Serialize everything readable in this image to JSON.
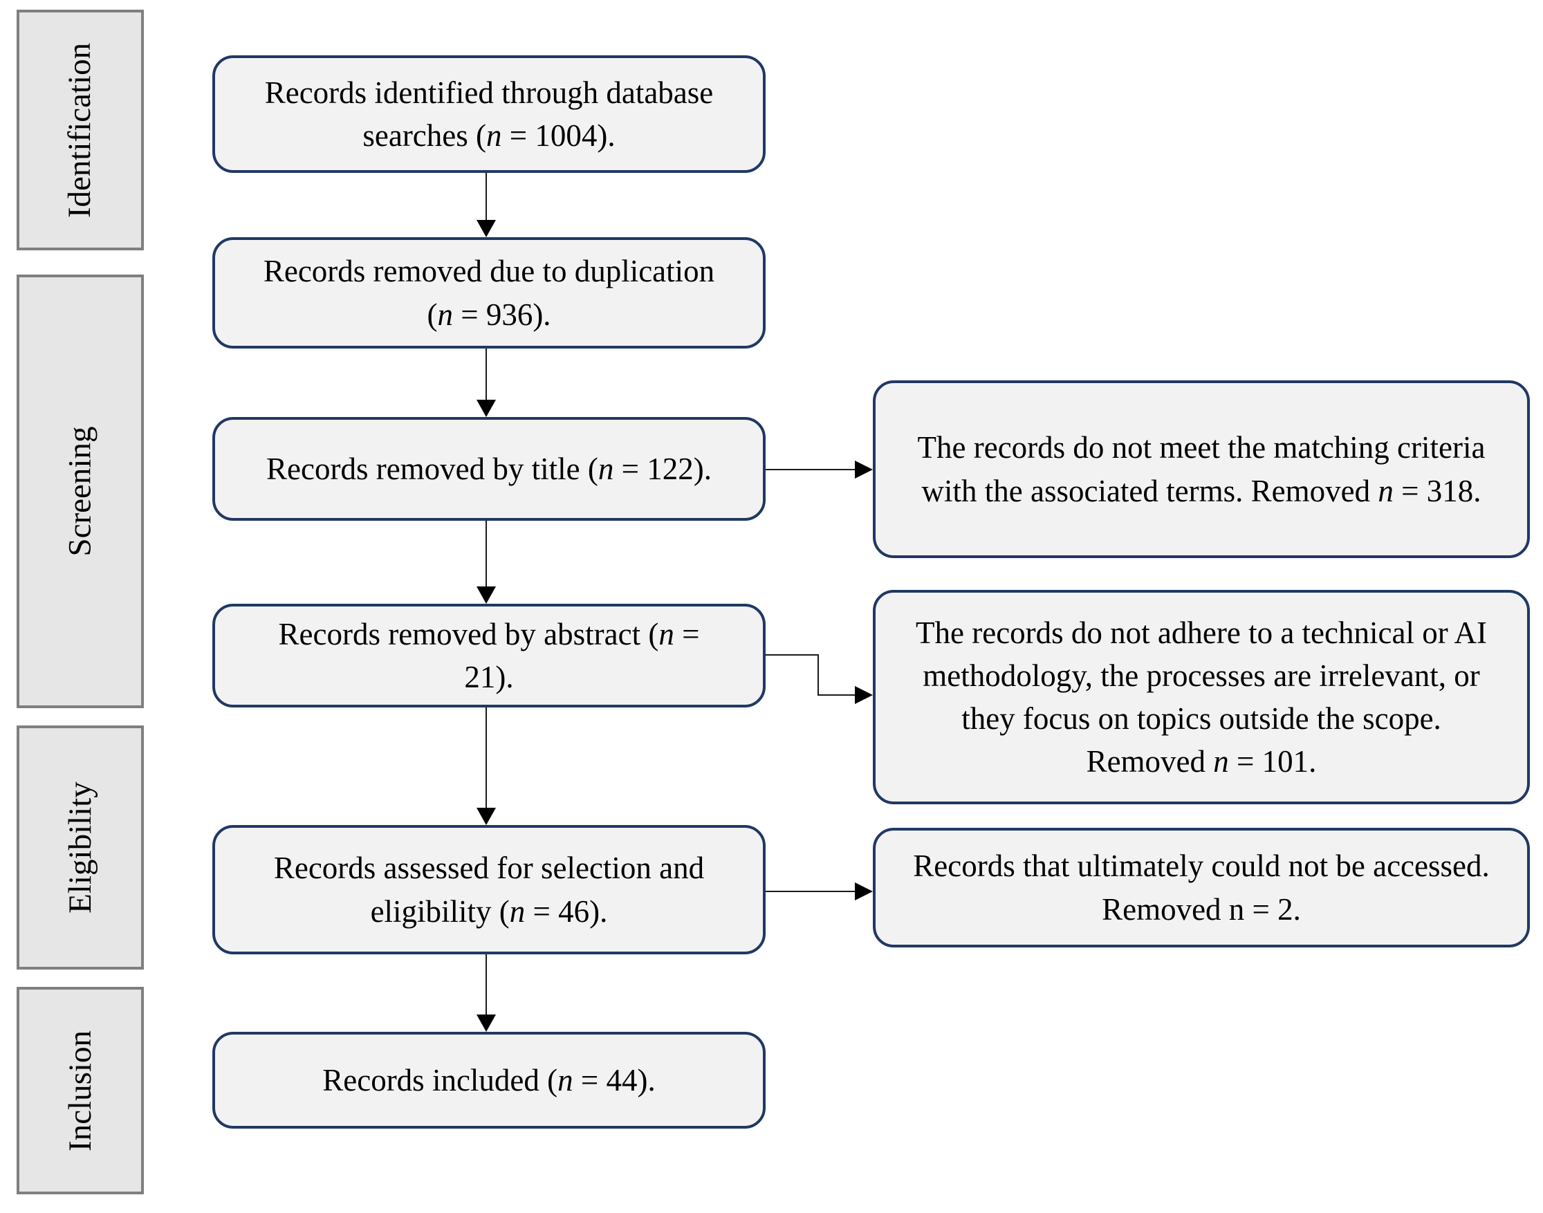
{
  "diagram": {
    "title": "PRISMA-style record selection flow diagram",
    "colors": {
      "box_fill": "#f2f2f2",
      "box_border": "#203864",
      "stage_fill": "#e6e6e6",
      "stage_border": "#7f7f7f",
      "arrow": "#1a1a1a",
      "text": "#000000"
    },
    "stages": [
      {
        "label": "Identification"
      },
      {
        "label": "Screening"
      },
      {
        "label": "Eligibility"
      },
      {
        "label": "Inclusion"
      }
    ],
    "flow_boxes": [
      {
        "id": "records-identified",
        "n": 1004,
        "segments": [
          {
            "text": "Records identified through database searches ("
          },
          {
            "text": "n",
            "italic": true
          },
          {
            "text": " = 1004)."
          }
        ]
      },
      {
        "id": "records-removed-duplication",
        "n": 936,
        "segments": [
          {
            "text": "Records removed due to duplication ("
          },
          {
            "text": "n",
            "italic": true
          },
          {
            "text": " = 936)."
          }
        ]
      },
      {
        "id": "records-removed-title",
        "n": 122,
        "segments": [
          {
            "text": "Records removed by title ("
          },
          {
            "text": "n",
            "italic": true
          },
          {
            "text": " = 122)."
          }
        ]
      },
      {
        "id": "records-removed-abstract",
        "n": 21,
        "segments": [
          {
            "text": "Records removed by abstract ("
          },
          {
            "text": "n",
            "italic": true
          },
          {
            "text": " = 21)."
          }
        ]
      },
      {
        "id": "records-assessed",
        "n": 46,
        "segments": [
          {
            "text": "Records assessed for selection and eligibility ("
          },
          {
            "text": "n",
            "italic": true
          },
          {
            "text": " = 46)."
          }
        ]
      },
      {
        "id": "records-included",
        "n": 44,
        "segments": [
          {
            "text": "Records included ("
          },
          {
            "text": "n",
            "italic": true
          },
          {
            "text": " = 44)."
          }
        ]
      }
    ],
    "side_boxes": [
      {
        "id": "not-matching-criteria",
        "removed_n": 318,
        "segments": [
          {
            "text": "The records do not meet the matching criteria with the associated terms. Removed "
          },
          {
            "text": "n",
            "italic": true
          },
          {
            "text": " = 318."
          }
        ]
      },
      {
        "id": "methodology-or-scope",
        "removed_n": 101,
        "segments": [
          {
            "text": "The records do not adhere to a technical or AI methodology, the processes are irrelevant, or they focus on topics outside the scope. Removed "
          },
          {
            "text": "n",
            "italic": true
          },
          {
            "text": " = 101."
          }
        ]
      },
      {
        "id": "not-accessed",
        "removed_n": 2,
        "segments": [
          {
            "text": "Records that ultimately could not be accessed. Removed n = 2."
          }
        ]
      }
    ]
  }
}
